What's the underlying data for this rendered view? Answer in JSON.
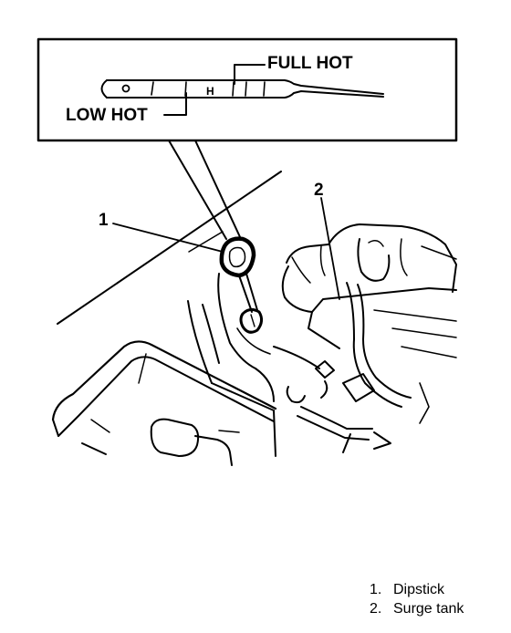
{
  "inset": {
    "full_hot_label": "FULL HOT",
    "low_hot_label": "LOW HOT"
  },
  "callouts": {
    "dipstick_number": "1",
    "surge_tank_number": "2"
  },
  "legend": {
    "items": [
      {
        "number": "1.",
        "label": "Dipstick"
      },
      {
        "number": "2.",
        "label": "Surge tank"
      }
    ]
  }
}
